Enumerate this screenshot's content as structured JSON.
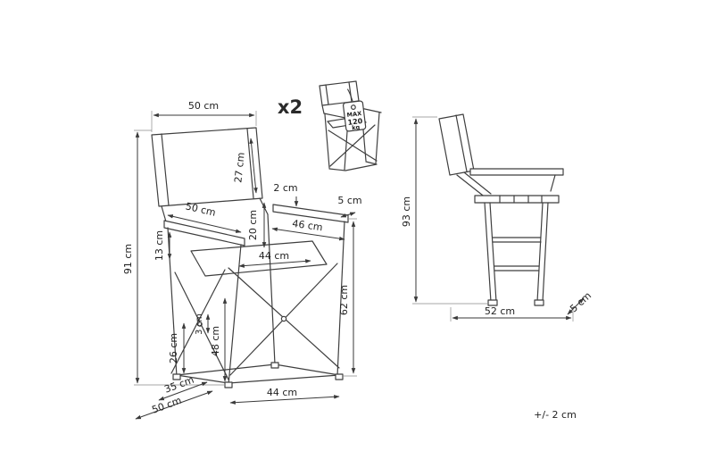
{
  "header": {
    "quantity": "x2"
  },
  "tag": {
    "line1": "MAX",
    "line2": "120",
    "line3": "kg"
  },
  "front_view": {
    "top_width": "50 cm",
    "backrest_height": "27 cm",
    "total_height": "91 cm",
    "armrest_length": "50 cm",
    "seat_to_armrest": "13 cm",
    "backrest_to_armrest": "20 cm",
    "armrest_thickness": "2 cm",
    "armrest_width": "5 cm",
    "armrest_span": "46 cm",
    "seat_front_width": "44 cm",
    "armrest_height": "62 cm",
    "seat_height": "48 cm",
    "frame_thickness": "3 cm",
    "leg_clearance": "26 cm",
    "base_depth_inner": "35 cm",
    "base_depth": "50 cm",
    "base_width": "44 cm"
  },
  "side_view": {
    "height": "93 cm",
    "depth": "52 cm",
    "foot_depth": "5 cm"
  },
  "footer": {
    "tolerance": "+/- 2 cm"
  }
}
